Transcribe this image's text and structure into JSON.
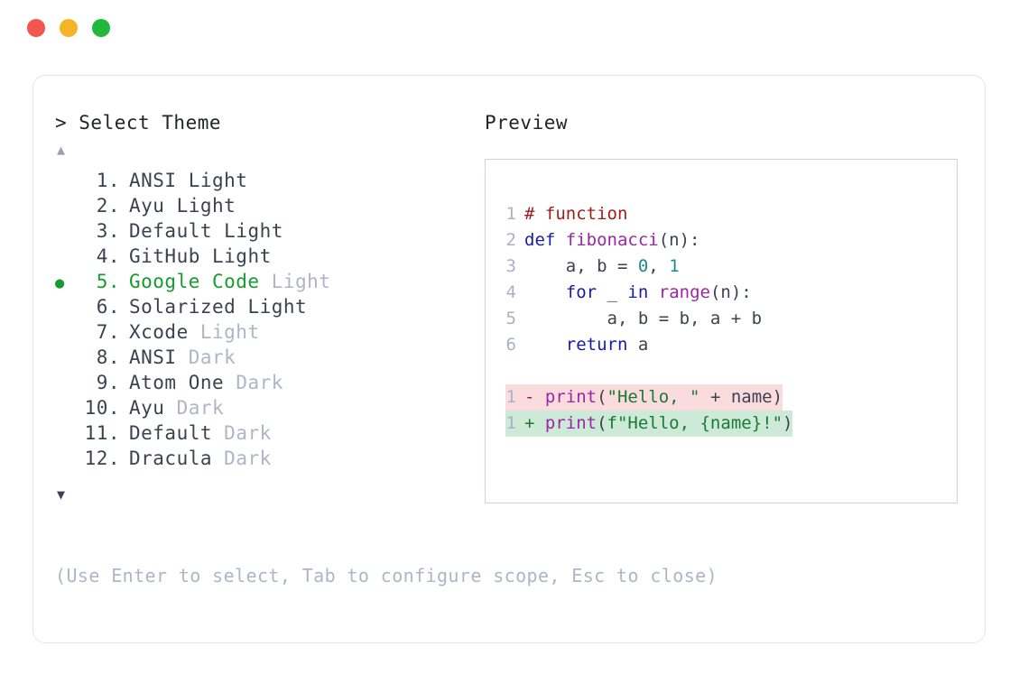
{
  "window": {
    "dots": [
      {
        "name": "close",
        "color": "#f2564f"
      },
      {
        "name": "minimize",
        "color": "#f5b425"
      },
      {
        "name": "maximize",
        "color": "#22b83e"
      }
    ]
  },
  "prompt": {
    "title": "> Select Theme",
    "scroll_up_glyph": "▲",
    "scroll_down_glyph": "▼",
    "selected_index": 5,
    "selected_bullet": "●",
    "selection_color": "#159c2f"
  },
  "themes": [
    {
      "num": "1.",
      "name": "ANSI",
      "variant": "Light",
      "variant_muted": false,
      "selected": false
    },
    {
      "num": "2.",
      "name": "Ayu",
      "variant": "Light",
      "variant_muted": false,
      "selected": false
    },
    {
      "num": "3.",
      "name": "Default",
      "variant": "Light",
      "variant_muted": false,
      "selected": false
    },
    {
      "num": "4.",
      "name": "GitHub",
      "variant": "Light",
      "variant_muted": false,
      "selected": false
    },
    {
      "num": "5.",
      "name": "Google Code",
      "variant": "Light",
      "variant_muted": true,
      "selected": true
    },
    {
      "num": "6.",
      "name": "Solarized",
      "variant": "Light",
      "variant_muted": false,
      "selected": false
    },
    {
      "num": "7.",
      "name": "Xcode",
      "variant": "Light",
      "variant_muted": true,
      "selected": false
    },
    {
      "num": "8.",
      "name": "ANSI",
      "variant": "Dark",
      "variant_muted": true,
      "selected": false
    },
    {
      "num": "9.",
      "name": "Atom One",
      "variant": "Dark",
      "variant_muted": true,
      "selected": false
    },
    {
      "num": "10.",
      "name": "Ayu",
      "variant": "Dark",
      "variant_muted": true,
      "selected": false
    },
    {
      "num": "11.",
      "name": "Default",
      "variant": "Dark",
      "variant_muted": true,
      "selected": false
    },
    {
      "num": "12.",
      "name": "Dracula",
      "variant": "Dark",
      "variant_muted": true,
      "selected": false
    }
  ],
  "preview": {
    "title": "Preview",
    "border_color": "#ccd3dd",
    "code_lines": [
      {
        "ln": "1",
        "tokens": [
          {
            "t": "# function",
            "c": "tok-comment"
          }
        ]
      },
      {
        "ln": "2",
        "tokens": [
          {
            "t": "def ",
            "c": "tok-kw"
          },
          {
            "t": "fibonacci",
            "c": "tok-fn"
          },
          {
            "t": "(n):",
            "c": "tok-punct"
          }
        ]
      },
      {
        "ln": "3",
        "tokens": [
          {
            "t": "    a, b = ",
            "c": "tok-plain"
          },
          {
            "t": "0",
            "c": "tok-num"
          },
          {
            "t": ", ",
            "c": "tok-plain"
          },
          {
            "t": "1",
            "c": "tok-num"
          }
        ]
      },
      {
        "ln": "4",
        "tokens": [
          {
            "t": "    ",
            "c": "tok-plain"
          },
          {
            "t": "for",
            "c": "tok-kw"
          },
          {
            "t": " _ ",
            "c": "tok-plain"
          },
          {
            "t": "in",
            "c": "tok-kw"
          },
          {
            "t": " ",
            "c": "tok-plain"
          },
          {
            "t": "range",
            "c": "tok-fn"
          },
          {
            "t": "(n):",
            "c": "tok-punct"
          }
        ]
      },
      {
        "ln": "5",
        "tokens": [
          {
            "t": "        a, b = b, a + b",
            "c": "tok-plain"
          }
        ]
      },
      {
        "ln": "6",
        "tokens": [
          {
            "t": "    ",
            "c": "tok-plain"
          },
          {
            "t": "return",
            "c": "tok-kw"
          },
          {
            "t": " a",
            "c": "tok-plain"
          }
        ]
      }
    ],
    "diff_lines": [
      {
        "ln": "1",
        "kind": "del",
        "mark": "-",
        "bg": "#fadcdf",
        "tokens": [
          {
            "t": "print",
            "c": "tok-fn"
          },
          {
            "t": "(",
            "c": "tok-punct"
          },
          {
            "t": "\"Hello, \"",
            "c": "tok-str"
          },
          {
            "t": " + name)",
            "c": "tok-plain"
          }
        ]
      },
      {
        "ln": "1",
        "kind": "ins",
        "mark": "+",
        "bg": "#cdead8",
        "tokens": [
          {
            "t": "print",
            "c": "tok-fn"
          },
          {
            "t": "(",
            "c": "tok-punct"
          },
          {
            "t": "f\"Hello, {name}!\"",
            "c": "tok-str"
          },
          {
            "t": ")",
            "c": "tok-punct"
          }
        ]
      }
    ]
  },
  "footer": {
    "hint": "(Use Enter to select, Tab to configure scope, Esc to close)"
  }
}
